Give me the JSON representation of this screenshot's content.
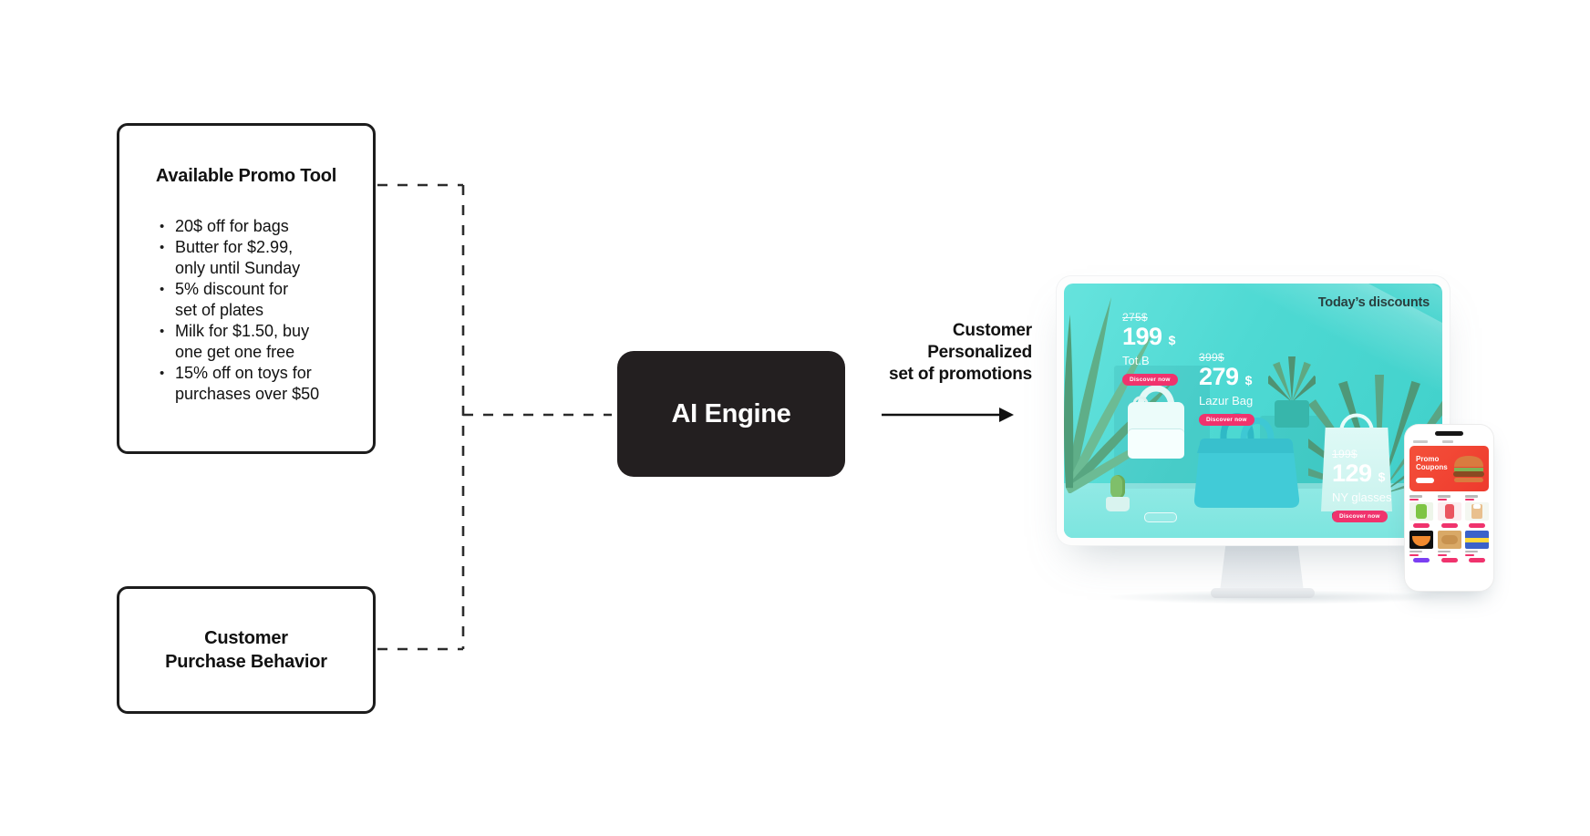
{
  "diagram": {
    "promo_box": {
      "title": "Available Promo Tool",
      "items": [
        "20$ off for bags",
        "Butter for $2.99,\nonly until Sunday",
        "5% discount for\nset of plates",
        "Milk for $1.50, buy\none get one free",
        "15% off on toys for\npurchases over $50"
      ]
    },
    "behavior_box": {
      "text": "Customer\nPurchase Behavior"
    },
    "engine_box": {
      "label": "AI Engine"
    },
    "output_label": {
      "text": "Customer\nPersonalized\nset of promotions"
    }
  },
  "monitor": {
    "header": "Today’s discounts",
    "products": [
      {
        "old_price": "275$",
        "price": "199",
        "currency": "$",
        "name": "Tot.B",
        "cta": "Discover now"
      },
      {
        "old_price": "399$",
        "price": "279",
        "currency": "$",
        "name": "Lazur Bag",
        "cta": "Discover now"
      },
      {
        "old_price": "199$",
        "price": "129",
        "currency": "$",
        "name": "NY glasses",
        "cta": "Discover now"
      }
    ]
  },
  "phone": {
    "banner_title": "Promo Coupons"
  },
  "colors": {
    "accent_pink": "#F0336D",
    "screen_teal": "#4ED9D3",
    "banner_red": "#F14B36",
    "engine_black": "#231F20",
    "pill_purple": "#7B3FF2"
  }
}
